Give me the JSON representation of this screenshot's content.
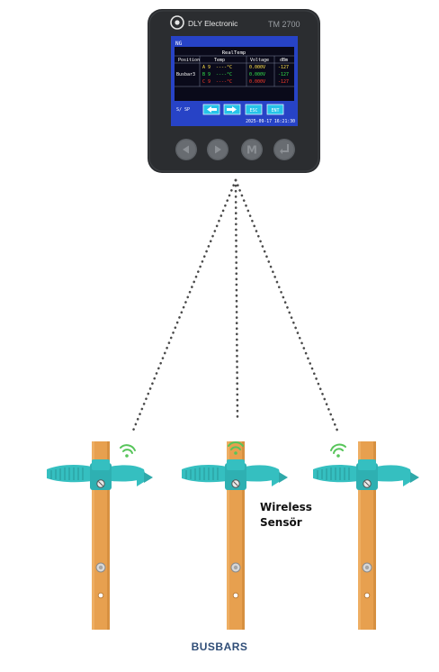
{
  "device": {
    "brand": "DLY Electronic",
    "model": "TM 2700",
    "screen": {
      "corner_label": "NG",
      "title": "RealTemp",
      "headers": [
        "Position",
        "Temp",
        "Voltage",
        "dBm"
      ],
      "group": "Busbar3",
      "rows": [
        {
          "phase": "A 9",
          "temp": "----°C",
          "voltage": "0.000V",
          "dbm": "-127",
          "color": "#ffe14a"
        },
        {
          "phase": "B 9",
          "temp": "----°C",
          "voltage": "0.000V",
          "dbm": "-127",
          "color": "#33e24b"
        },
        {
          "phase": "C 9",
          "temp": "----°C",
          "voltage": "0.000V",
          "dbm": "-127",
          "color": "#ff3b2a"
        }
      ],
      "footer_left": "S/ SP",
      "footer_buttons": [
        "ESC",
        "ENT"
      ],
      "datetime": "2025-09-17 16:21:30"
    },
    "keys": [
      "left",
      "right",
      "M",
      "enter"
    ]
  },
  "labels": {
    "sensor": [
      "Wireless",
      "Sensör"
    ],
    "busbars": "BUSBARS"
  },
  "colors": {
    "busbar": "#e7a04f",
    "sensor": "#35bfc0",
    "signal": "#57c55a",
    "link": "#4a4a4a",
    "device_body": "#2b2d30"
  }
}
